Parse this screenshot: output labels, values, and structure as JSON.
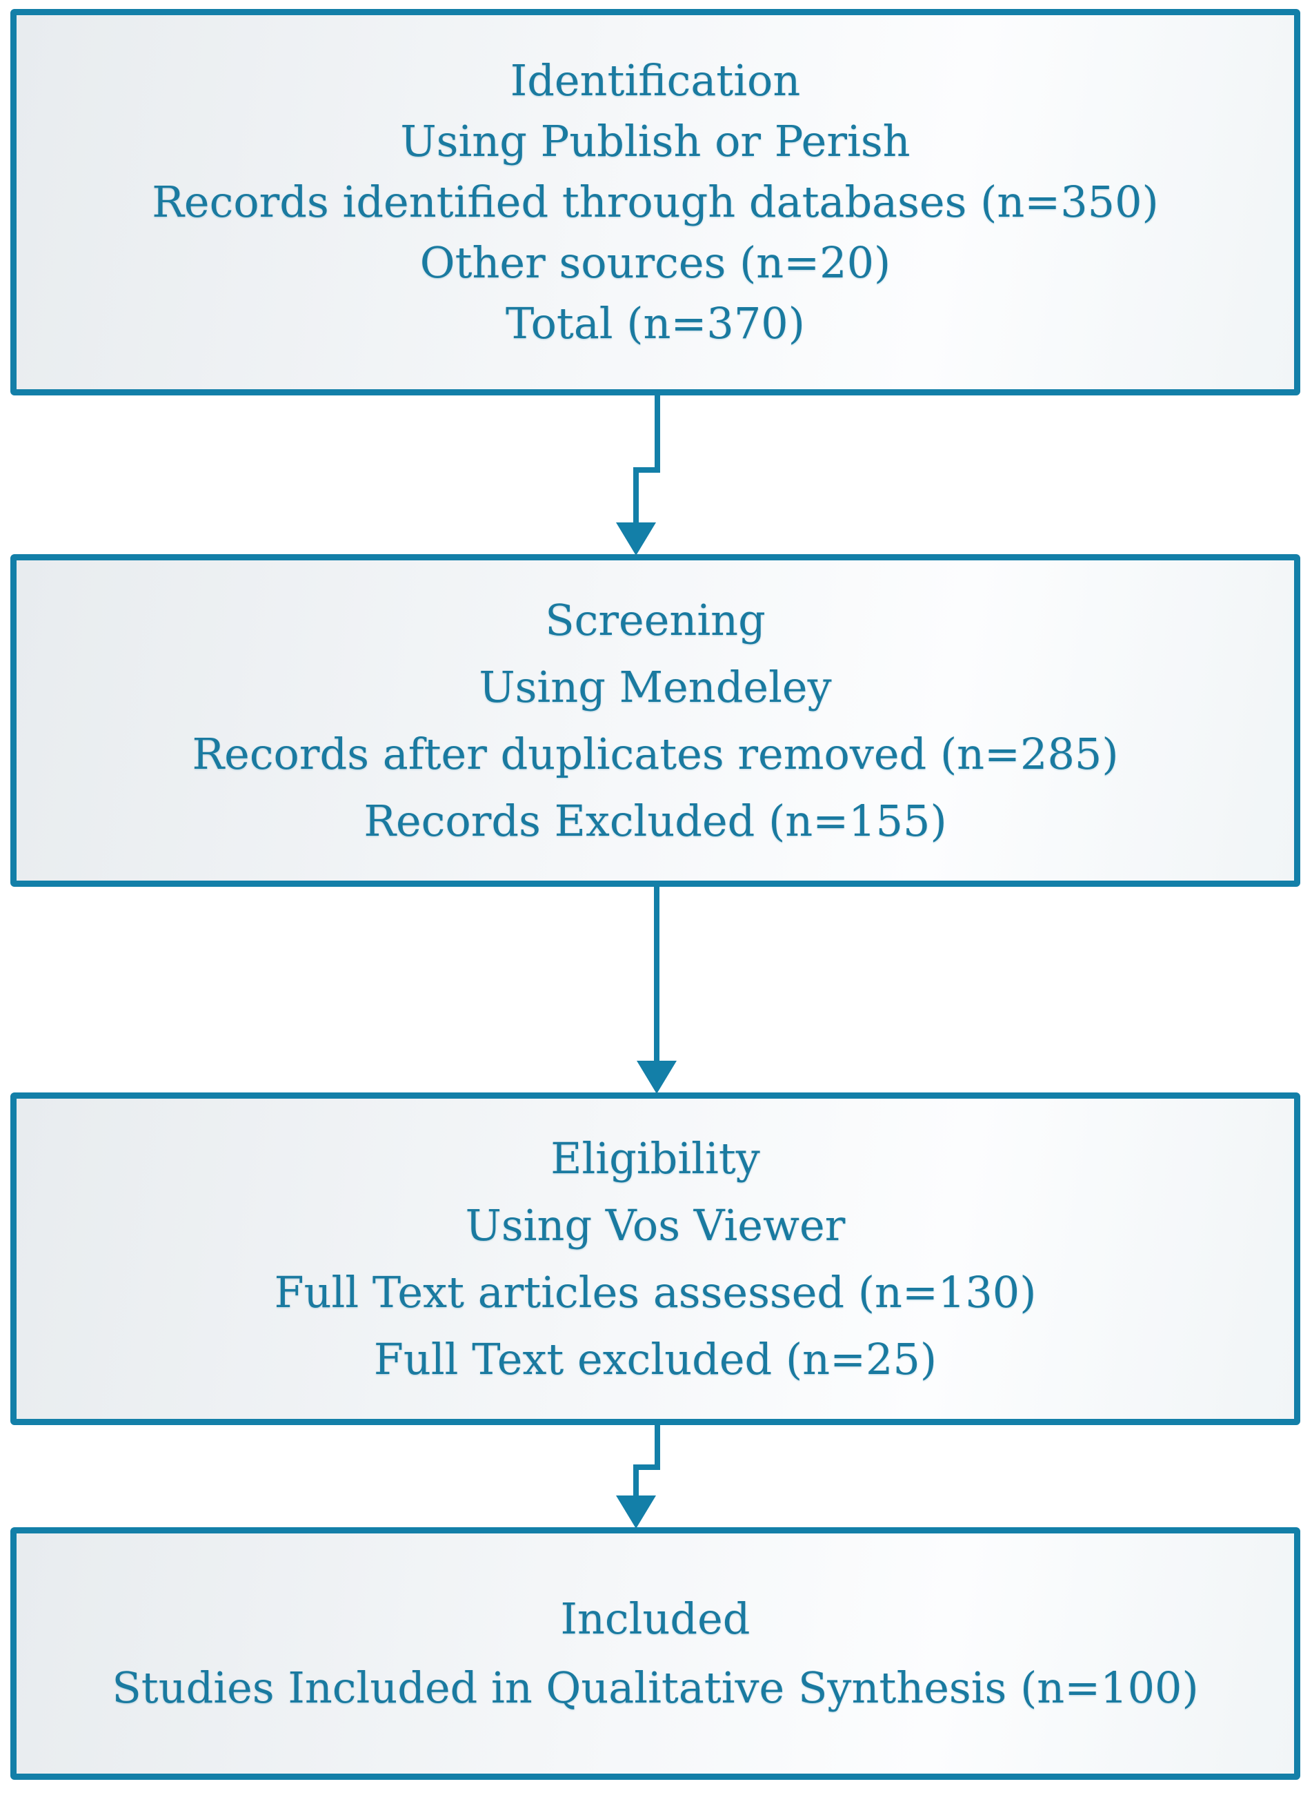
{
  "diagram": {
    "title": "PRISMA literature selection flow diagram",
    "colors": {
      "accent": "#137fa8",
      "text": "#1a7aa0",
      "box_fill_left": "#e8ecef",
      "box_fill_mid": "#f5f7f9",
      "box_fill_right": "#fcfdfe"
    },
    "boxes": [
      {
        "id": "identification",
        "lines": [
          "Identification",
          "Using Publish or Perish",
          "Records identified through databases (n=350)",
          "Other sources (n=20)",
          "Total (n=370)"
        ]
      },
      {
        "id": "screening",
        "lines": [
          "Screening",
          "Using Mendeley",
          "Records after duplicates removed (n=285)",
          "Records Excluded (n=155)"
        ]
      },
      {
        "id": "eligibility",
        "lines": [
          "Eligibility",
          "Using Vos Viewer",
          "Full Text articles assessed (n=130)",
          "Full Text excluded (n=25)"
        ]
      },
      {
        "id": "included",
        "lines": [
          "Included",
          "Studies Included in Qualitative Synthesis (n=100)"
        ]
      }
    ],
    "connectors": [
      {
        "from": "identification",
        "to": "screening",
        "style": "jogged-left"
      },
      {
        "from": "screening",
        "to": "eligibility",
        "style": "straight"
      },
      {
        "from": "eligibility",
        "to": "included",
        "style": "jogged-left"
      }
    ]
  }
}
